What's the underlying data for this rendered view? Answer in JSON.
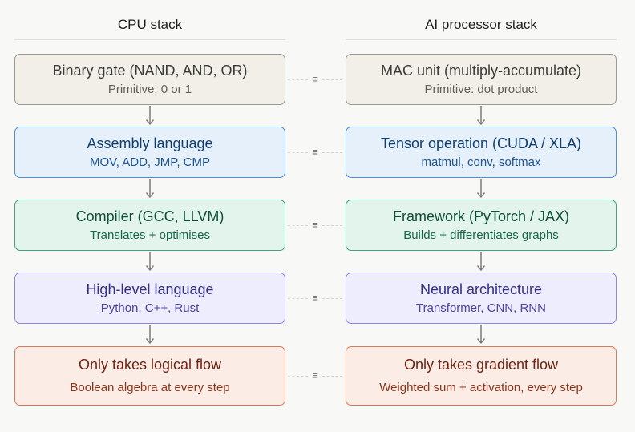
{
  "columns": [
    {
      "header": "CPU stack"
    },
    {
      "header": "AI processor stack"
    }
  ],
  "equivalence_symbol": "≡",
  "rows": [
    {
      "tone": "gray",
      "left": {
        "title": "Binary gate (NAND, AND, OR)",
        "sub": "Primitive: 0 or 1"
      },
      "right": {
        "title": "MAC unit (multiply-accumulate)",
        "sub": "Primitive: dot product"
      }
    },
    {
      "tone": "blue",
      "left": {
        "title": "Assembly language",
        "sub": "MOV, ADD, JMP, CMP"
      },
      "right": {
        "title": "Tensor operation (CUDA / XLA)",
        "sub": "matmul, conv, softmax"
      }
    },
    {
      "tone": "green",
      "left": {
        "title": "Compiler (GCC, LLVM)",
        "sub": "Translates + optimises"
      },
      "right": {
        "title": "Framework (PyTorch / JAX)",
        "sub": "Builds + differentiates graphs"
      }
    },
    {
      "tone": "purple",
      "left": {
        "title": "High-level language",
        "sub": "Python, C++, Rust"
      },
      "right": {
        "title": "Neural architecture",
        "sub": "Transformer, CNN, RNN"
      }
    },
    {
      "tone": "red",
      "left": {
        "title": "Only takes logical flow",
        "sub": "Boolean algebra at every step"
      },
      "right": {
        "title": "Only takes gradient flow",
        "sub": "Weighted sum + activation, every step"
      }
    }
  ]
}
